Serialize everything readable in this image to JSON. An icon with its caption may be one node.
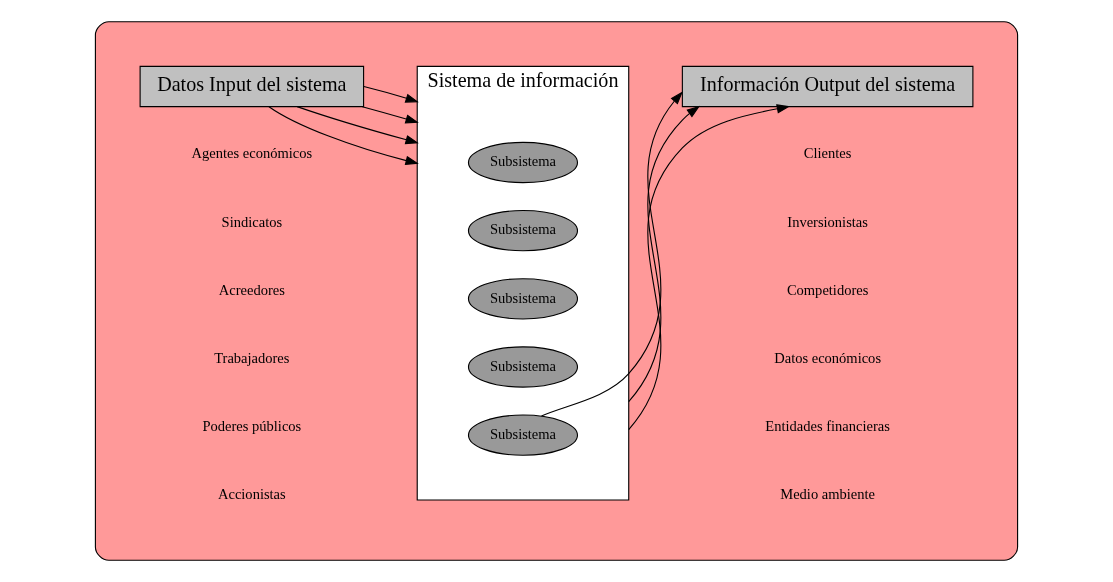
{
  "diagram": {
    "nodes": [
      {
        "text": [],
        "shape": "ellipse"
      },
      {
        "text": [
          "Datos Input del sistema"
        ],
        "in": 0
      },
      {
        "text": [
          "Sistema de información"
        ],
        "in": 0
      },
      {
        "text": [
          "Subsistema"
        ],
        "in": 2
      },
      {
        "text": [
          "Subsistema"
        ],
        "in": 2
      },
      {
        "text": [
          "Subsistema"
        ],
        "in": 2
      },
      {
        "text": [
          "Subsistema"
        ],
        "in": 2
      },
      {
        "text": [
          "Subsistema"
        ],
        "in": 2
      },
      {
        "text": [
          "Información Output del sistema"
        ],
        "in": 0
      }
    ],
    "edges": [
      {
        "from": 1,
        "to": 2,
        "arrow": "to"
      },
      {
        "from": 1,
        "to": 2,
        "arrow": "to"
      },
      {
        "from": 1,
        "to": 2,
        "arrow": "to"
      },
      {
        "from": 1,
        "to": 2,
        "arrow": "to"
      },
      {
        "from": 2,
        "to": 8,
        "arrow": "to"
      },
      {
        "from": 2,
        "to": 8,
        "arrow": "to"
      },
      {
        "from": 7,
        "to": 8,
        "arrow": "to"
      }
    ],
    "labels": [
      "Agentes económicos",
      "Clientes",
      "Inversionistas",
      "Sindicatos",
      "Acreedores",
      "Competidores",
      "Trabajadores",
      "Datos económicos",
      "Poderes públicos",
      "Accionistas",
      "Entidades financieras",
      "Medio ambiente"
    ]
  }
}
